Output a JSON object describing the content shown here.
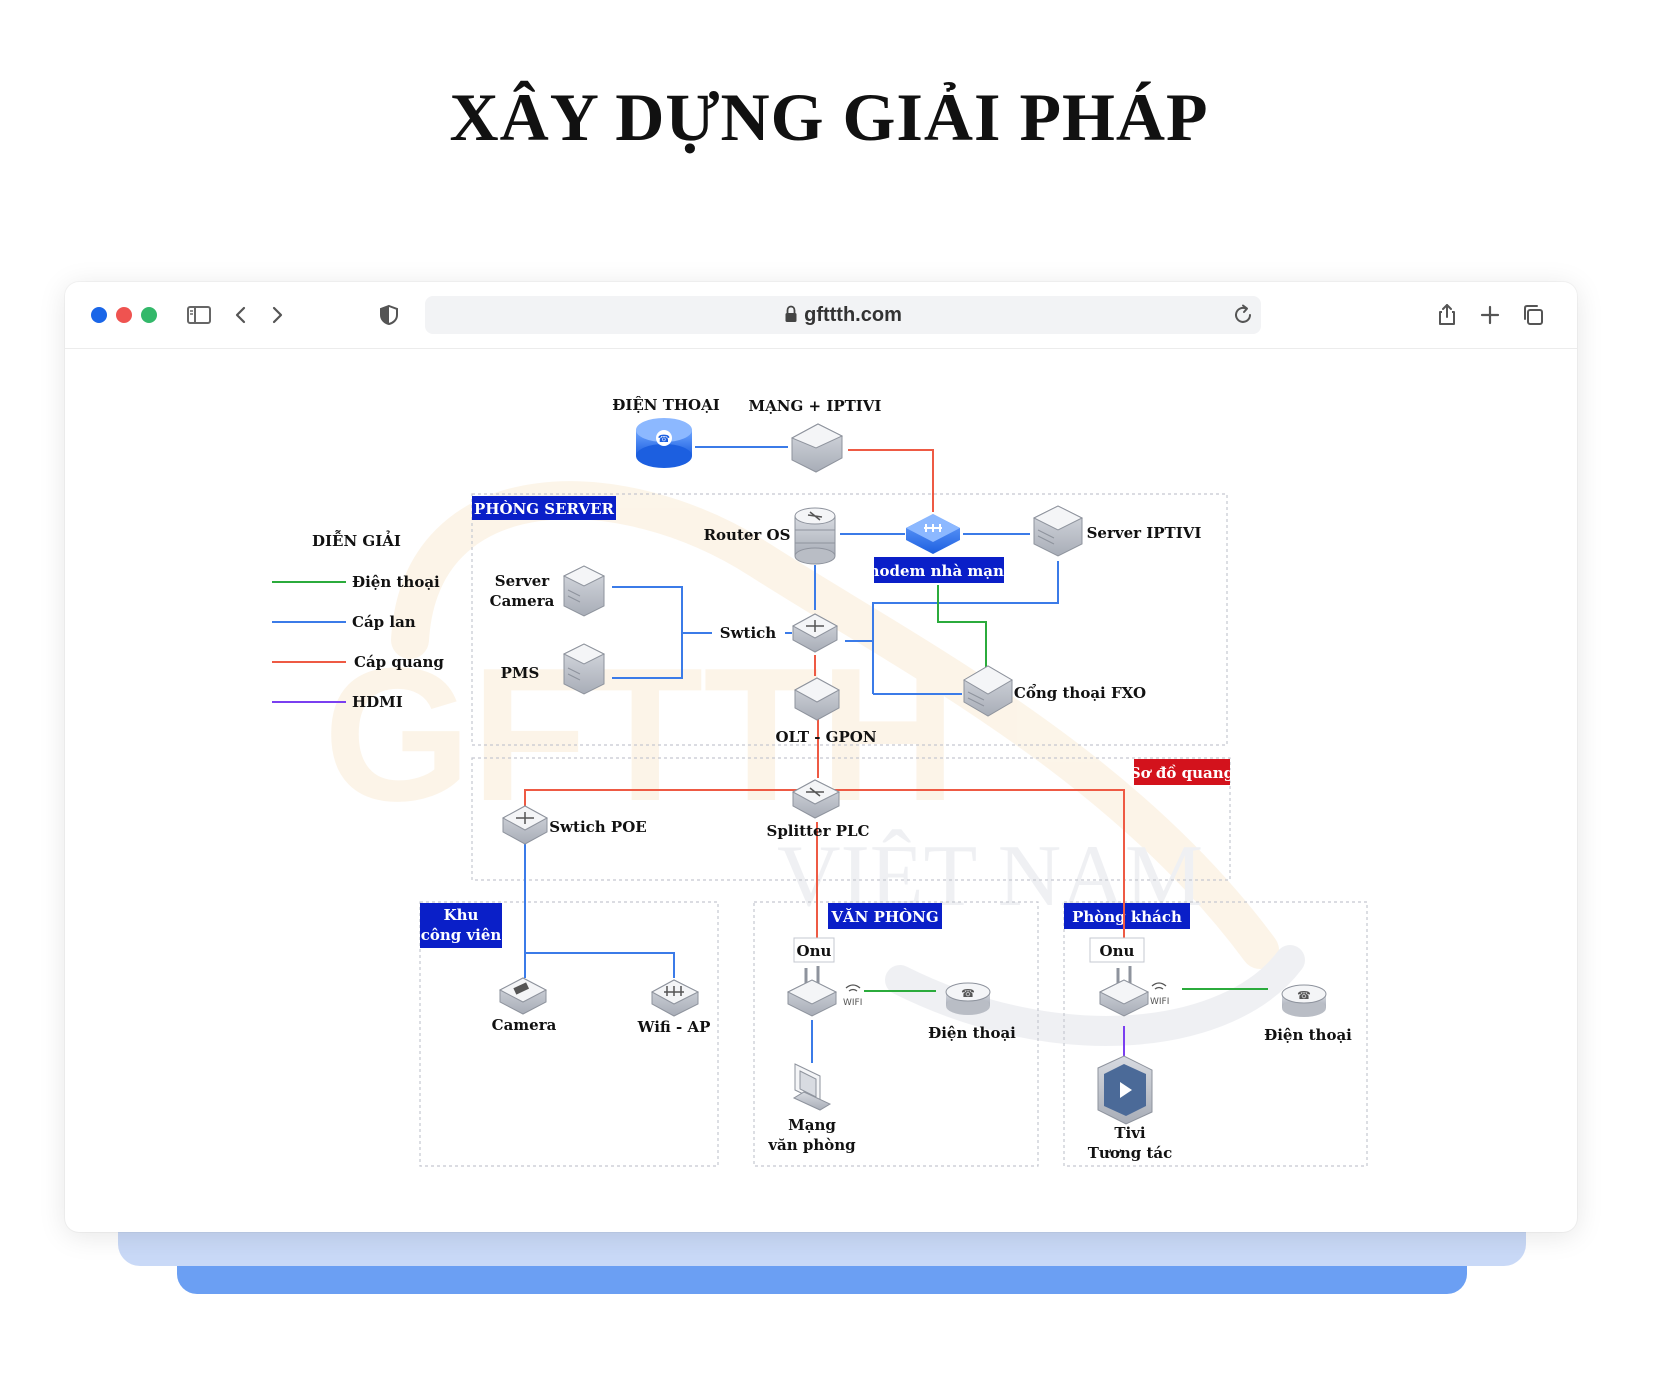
{
  "page": {
    "title": "XÂY DỰNG GIẢI PHÁP"
  },
  "browser": {
    "url": "gfttth.com"
  },
  "watermark": {
    "line1": "GFTTH",
    "line2": "VIỆT NAM"
  },
  "legend": {
    "title": "DIỄN GIẢI",
    "items": [
      {
        "label": "Điện thoại",
        "color": "#2bab3c"
      },
      {
        "label": "Cáp lan",
        "color": "#3b7be8"
      },
      {
        "label": "Cáp quang",
        "color": "#ee5a44"
      },
      {
        "label": "HDMI",
        "color": "#7a3ff0"
      }
    ]
  },
  "zones": {
    "server_room": "PHÒNG SERVER",
    "fiber_map": "Sơ đồ quang",
    "staff_area_1": "Khu",
    "staff_area_2": "công viên",
    "office": "VĂN PHÒNG",
    "guest_room": "Phòng khách"
  },
  "nodes": {
    "phone_top": "ĐIỆN THOẠI",
    "internet_iptv": "MẠNG + IPTIVI",
    "router_os": "Router OS",
    "modem": "modem nhà mạng",
    "server_iptv": "Server IPTIVI",
    "server_camera_1": "Server",
    "server_camera_2": "Camera",
    "pms": "PMS",
    "switch": "Swtich",
    "fxo": "Cổng thoại FXO",
    "olt": "OLT - GPON",
    "switch_poe": "Swtich POE",
    "splitter": "Splitter PLC",
    "camera": "Camera",
    "wifi_ap": "Wifi - AP",
    "onu_office": "Onu",
    "phone_office": "Điện thoại",
    "office_net_1": "Mạng",
    "office_net_2": "văn phòng",
    "onu_guest": "Onu",
    "phone_guest": "Điện thoại",
    "tv_1": "Tivi",
    "tv_2": "Tương tác",
    "wifi_tag": "WIFI"
  },
  "colors": {
    "phone_line": "#2bab3c",
    "lan_line": "#3b7be8",
    "fiber_line": "#ee5a44",
    "hdmi_line": "#7a3ff0",
    "zone_label_blue": "#0a1fc8",
    "zone_label_red": "#d3121c"
  }
}
